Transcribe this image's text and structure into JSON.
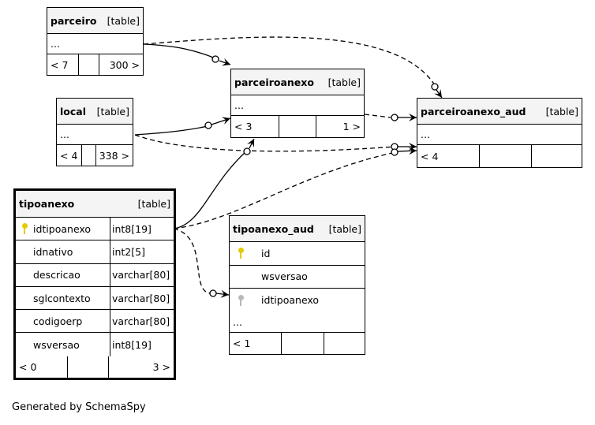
{
  "tables": {
    "parceiro": {
      "name": "parceiro",
      "tag": "[table]",
      "ellipsis": "...",
      "children": "< 7",
      "rows": "300 >"
    },
    "local": {
      "name": "local",
      "tag": "[table]",
      "ellipsis": "...",
      "children": "< 4",
      "rows": "338 >"
    },
    "parceiroanexo": {
      "name": "parceiroanexo",
      "tag": "[table]",
      "ellipsis": "...",
      "children": "< 3",
      "rows": "1 >"
    },
    "parceiroanexo_aud": {
      "name": "parceiroanexo_aud",
      "tag": "[table]",
      "ellipsis": "...",
      "children": "< 4"
    },
    "tipoanexo": {
      "name": "tipoanexo",
      "tag": "[table]",
      "columns": [
        {
          "name": "idtipoanexo",
          "type": "int8[19]",
          "key": "pk"
        },
        {
          "name": "idnativo",
          "type": "int2[5]",
          "key": ""
        },
        {
          "name": "descricao",
          "type": "varchar[80]",
          "key": ""
        },
        {
          "name": "sglcontexto",
          "type": "varchar[80]",
          "key": ""
        },
        {
          "name": "codigoerp",
          "type": "varchar[80]",
          "key": ""
        },
        {
          "name": "wsversao",
          "type": "int8[19]",
          "key": ""
        }
      ],
      "children": "< 0",
      "rows": "3 >"
    },
    "tipoanexo_aud": {
      "name": "tipoanexo_aud",
      "tag": "[table]",
      "columns": [
        {
          "name": "id",
          "key": "pk"
        },
        {
          "name": "wsversao",
          "key": ""
        },
        {
          "name": "idtipoanexo",
          "key": "fk"
        }
      ],
      "ellipsis": "...",
      "children": "< 1"
    }
  },
  "icons": {
    "primary_key": "key-icon-gold",
    "foreign_key": "key-icon-gray"
  },
  "colors": {
    "pk_key": "#e3cc00",
    "fk_key": "#b9b9b9",
    "header_bg": "#f4f4f4"
  },
  "footer": "Generated by SchemaSpy"
}
